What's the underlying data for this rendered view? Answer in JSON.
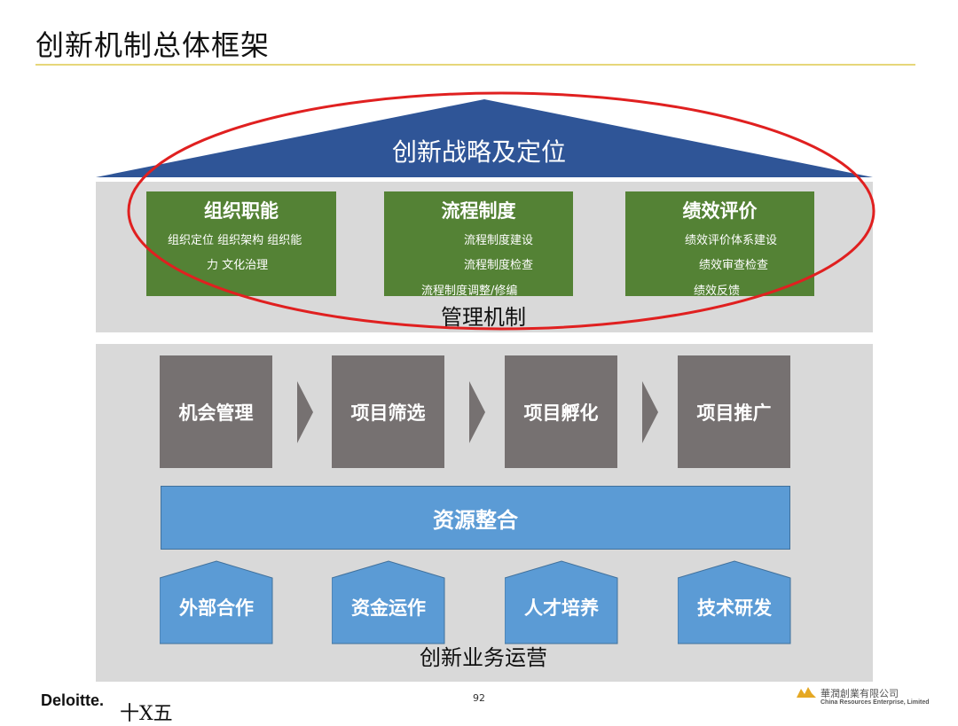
{
  "page": {
    "title": "创新机制总体框架",
    "page_number": "92",
    "footer_left_logo": "Deloitte.",
    "stray_text": "十X五",
    "footer_right_cn": "華潤創業有限公司",
    "footer_right_en": "China Resources Enterprise, Limited"
  },
  "strategy": {
    "label": "创新战略及定位"
  },
  "management": {
    "caption": "管理机制",
    "boxes": [
      {
        "title": "组织职能",
        "lines": [
          "组织定位 组织架构 组织能",
          "力   文化治理"
        ]
      },
      {
        "title": "流程制度",
        "lines": [
          "流程制度建设",
          "流程制度检查",
          "流程制度调整/修编"
        ]
      },
      {
        "title": "绩效评价",
        "lines": [
          "绩效评价体系建设",
          "绩效审查检查",
          "绩效反馈"
        ]
      }
    ]
  },
  "operations": {
    "caption": "创新业务运营",
    "process_steps": [
      "机会管理",
      "项目筛选",
      "项目孵化",
      "项目推广"
    ],
    "resource_bar": "资源整合",
    "pillars": [
      "外部合作",
      "资金运作",
      "人才培养",
      "技术研发"
    ]
  },
  "colors": {
    "roof": "#2f5597",
    "green": "#548235",
    "grey_box": "#767171",
    "blue": "#5b9bd5",
    "panel": "#d9d9d9",
    "highlight_ellipse": "#e02020"
  }
}
